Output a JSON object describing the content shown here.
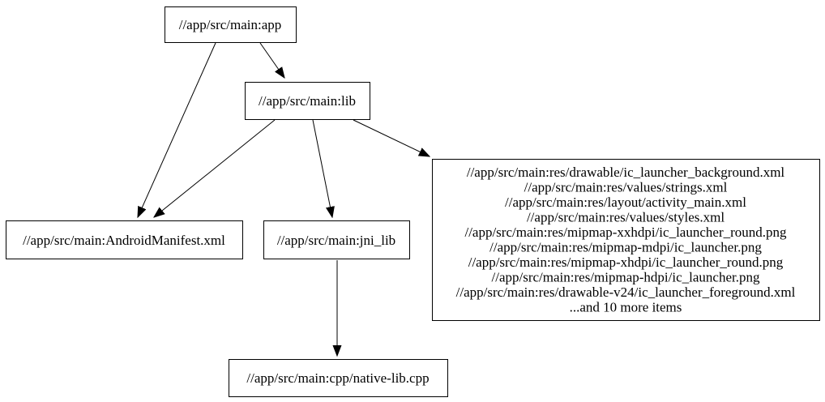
{
  "diagram": {
    "type": "dependency-graph",
    "colors": {
      "background": "#ffffff",
      "node_border": "#000000",
      "node_fill": "#ffffff",
      "text": "#000000",
      "edge": "#000000"
    },
    "nodes": {
      "app": {
        "label": "//app/src/main:app"
      },
      "lib": {
        "label": "//app/src/main:lib"
      },
      "manifest": {
        "label": "//app/src/main:AndroidManifest.xml"
      },
      "jni_lib": {
        "label": "//app/src/main:jni_lib"
      },
      "resources": {
        "lines": [
          "//app/src/main:res/drawable/ic_launcher_background.xml",
          "//app/src/main:res/values/strings.xml",
          "//app/src/main:res/layout/activity_main.xml",
          "//app/src/main:res/values/styles.xml",
          "//app/src/main:res/mipmap-xxhdpi/ic_launcher_round.png",
          "//app/src/main:res/mipmap-mdpi/ic_launcher.png",
          "//app/src/main:res/mipmap-xhdpi/ic_launcher_round.png",
          "//app/src/main:res/mipmap-hdpi/ic_launcher.png",
          "//app/src/main:res/drawable-v24/ic_launcher_foreground.xml",
          "...and 10 more items"
        ]
      },
      "native_lib": {
        "label": "//app/src/main:cpp/native-lib.cpp"
      }
    },
    "edges": [
      {
        "from": "app",
        "to": "lib"
      },
      {
        "from": "app",
        "to": "manifest"
      },
      {
        "from": "lib",
        "to": "manifest"
      },
      {
        "from": "lib",
        "to": "jni_lib"
      },
      {
        "from": "lib",
        "to": "resources"
      },
      {
        "from": "jni_lib",
        "to": "native_lib"
      }
    ]
  }
}
